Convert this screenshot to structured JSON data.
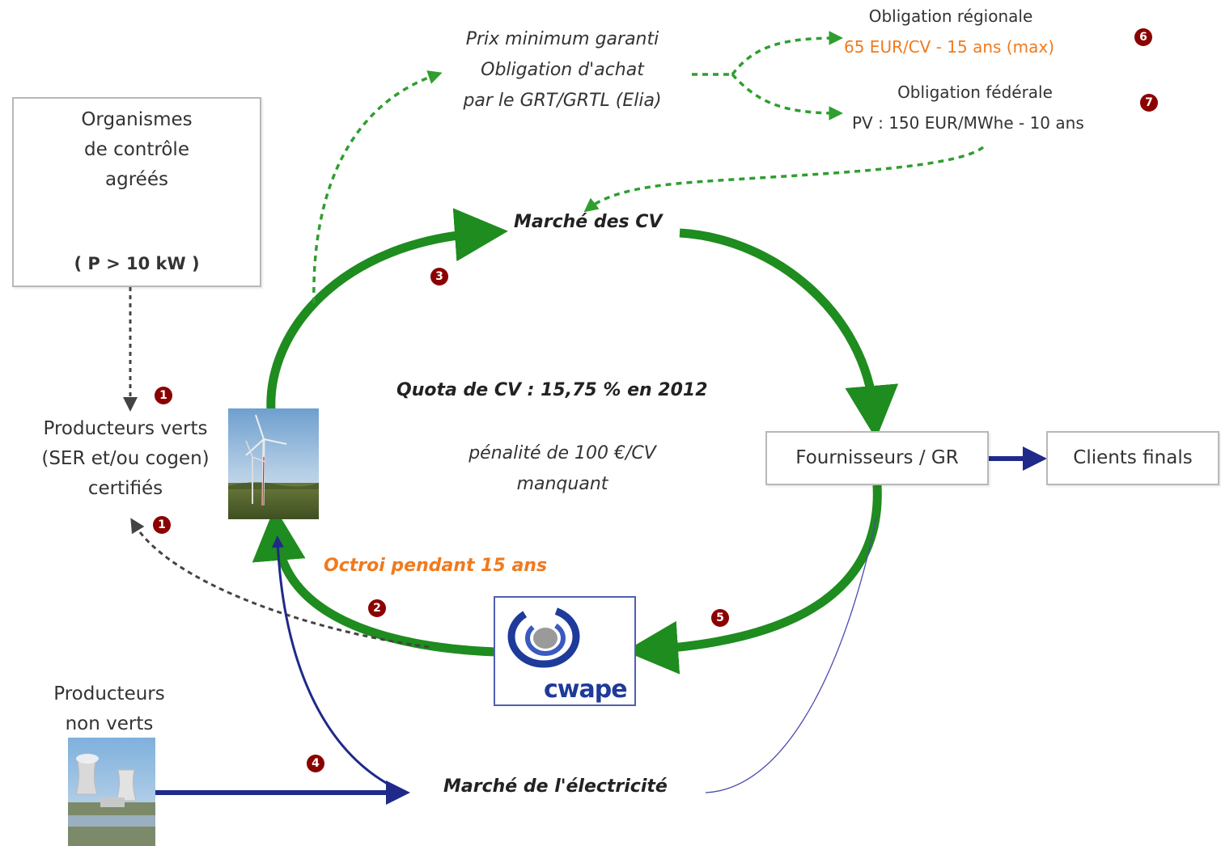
{
  "colors": {
    "green_arrow": "#1e8c1e",
    "green_dashed": "#2f9e2f",
    "navy_arrow": "#1f2a8a",
    "badge": "#8b0000",
    "orange_text": "#f07a1e",
    "box_border": "#b8b8b8",
    "cwape_blue": "#1e3a9a"
  },
  "organismes": {
    "line1": "Organismes",
    "line2": "de contrôle",
    "line3": "agréés",
    "power": "( P > 10 kW )"
  },
  "producteurs_verts": {
    "line1": "Producteurs verts",
    "line2": "(SER et/ou cogen)",
    "line3": "certifiés"
  },
  "prix_minimum": {
    "line1": "Prix minimum garanti",
    "line2": "Obligation d'achat",
    "line3": "par le GRT/GRTL (Elia)"
  },
  "obligation_regionale": {
    "title": "Obligation régionale",
    "value": "65 EUR/CV - 15 ans (max)"
  },
  "obligation_federale": {
    "title": "Obligation fédérale",
    "value": "PV : 150 EUR/MWhe - 10 ans"
  },
  "marche_cv": "Marché des CV",
  "quota": "Quota de CV : 15,75 % en 2012",
  "penalite": {
    "line1": "pénalité de 100 €/CV",
    "line2": "manquant"
  },
  "fournisseurs": "Fournisseurs / GR",
  "clients": "Clients finals",
  "octroi": "Octroi pendant 15 ans",
  "cwape": "cwape",
  "producteurs_non_verts": {
    "line1": "Producteurs",
    "line2": "non verts"
  },
  "marche_electricite": "Marché de l'électricité",
  "badges": {
    "b1a": "1",
    "b1b": "1",
    "b2": "2",
    "b3": "3",
    "b4": "4",
    "b5": "5",
    "b6": "6",
    "b7": "7"
  }
}
